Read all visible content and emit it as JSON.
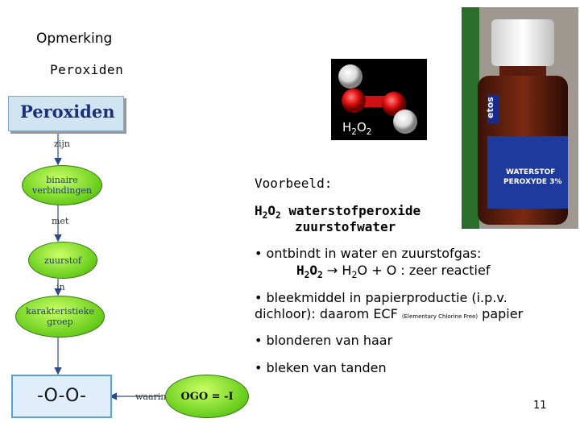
{
  "heading": "Opmerking",
  "subheading": "Peroxiden",
  "diagram": {
    "title": "Peroxiden",
    "edge_zijn": "zijn",
    "node_binaire": [
      "binaire",
      "verbindingen"
    ],
    "edge_met": "met",
    "node_zuurstof": "zuurstof",
    "edge_in": "in",
    "node_kenmerk": [
      "karakteristieke",
      "groep"
    ],
    "oo_label": "-O-O-",
    "edge_waarin": "waarin",
    "og_label": "OGO = -I"
  },
  "molecule": {
    "label_h": "H",
    "label_2a": "2",
    "label_o": "O",
    "label_2b": "2"
  },
  "bottle": {
    "brand": "etos",
    "label_line1": "WATERSTOF",
    "label_line2": "PEROXYDE 3%"
  },
  "content": {
    "voorbeeld": "Voorbeeld:",
    "formula_h": "H",
    "formula_2a": "2",
    "formula_o": "O",
    "formula_2b": "2",
    "name1": " waterstofperoxide",
    "name2": "zuurstofwater",
    "bullet1": "• ontbindt in water en zuurstofgas:",
    "reaction_h": "H",
    "reaction_2a": "2",
    "reaction_o": "O",
    "reaction_2b": "2",
    "reaction_rest": " → H",
    "reaction_2c": "2",
    "reaction_rest2": "O + O : zeer reactief",
    "bullet2a": "• bleekmiddel in papierproductie (i.p.v.",
    "bullet2b": "dichloor): daarom ECF ",
    "ecf_small": "(Elementary Chlorine Free)",
    "bullet2c": " papier",
    "bullet3": "• blonderen van haar",
    "bullet4": "• bleken van tanden"
  },
  "page_number": "11"
}
